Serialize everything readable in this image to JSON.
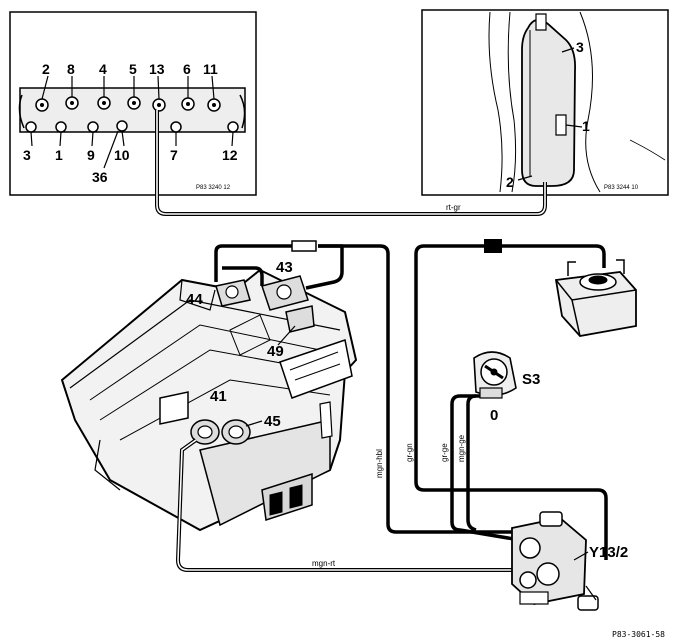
{
  "colors": {
    "ink": "#000000",
    "paper": "#ffffff"
  },
  "callouts": {
    "c2": "2",
    "c8": "8",
    "c4": "4",
    "c5": "5",
    "c13": "13",
    "c6": "6",
    "c11": "11",
    "c3": "3",
    "c1": "1",
    "c9": "9",
    "c10": "10",
    "c7": "7",
    "c12": "12",
    "c36": "36",
    "r3": "3",
    "r1": "1",
    "r2": "2",
    "c43": "43",
    "c44": "44",
    "c49": "49",
    "c41": "41",
    "c45": "45",
    "s3": "S3",
    "zero": "0",
    "y13": "Y13/2"
  },
  "wires": {
    "rtgr": "rt-gr",
    "mgnhbl": "mgn-hbl",
    "grgn": "gr-gn",
    "grge": "gr-ge",
    "mgnge": "mgn-ge",
    "mgnrt": "mgn-rt"
  },
  "refs": {
    "left_panel": "P83 3240 12",
    "right_panel": "P83 3244 10",
    "figure": "P83-3061-58"
  }
}
